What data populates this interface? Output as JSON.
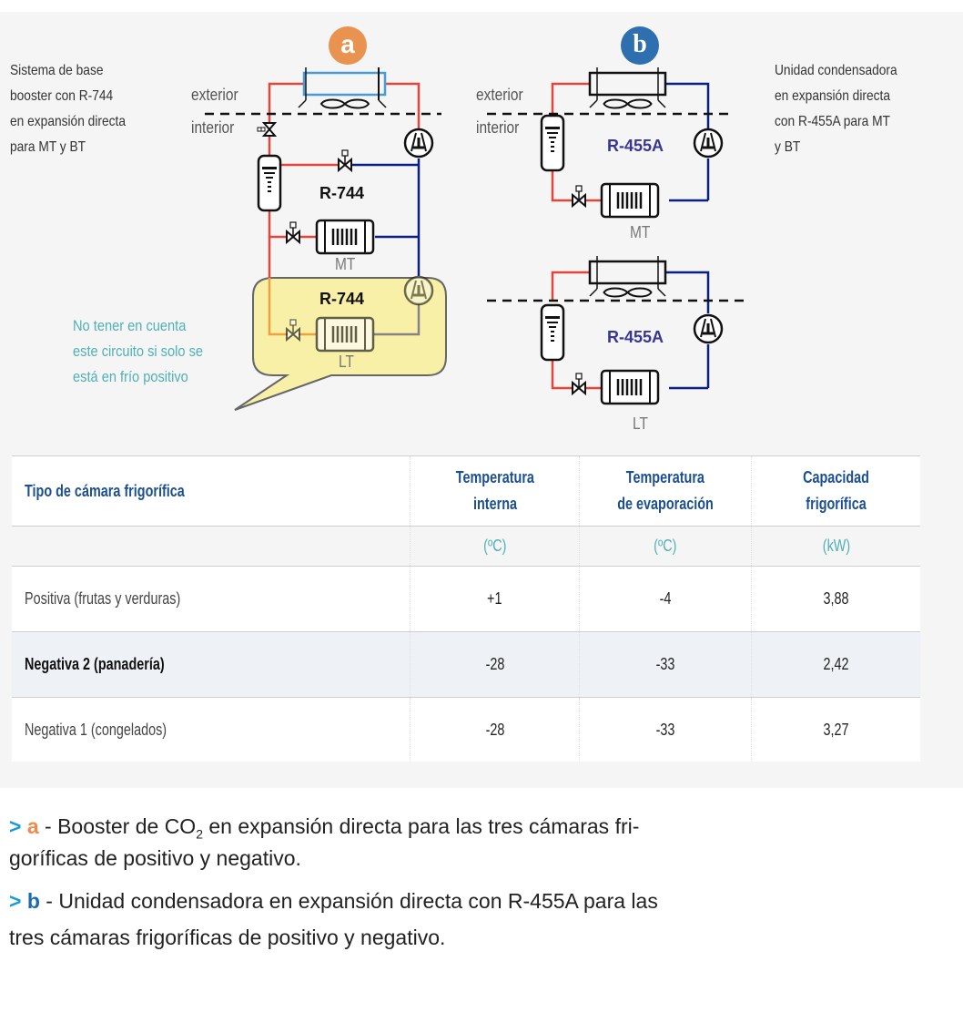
{
  "diagram": {
    "badge_a": "a",
    "badge_b": "b",
    "colors": {
      "badge_a": "#e8934f",
      "badge_b": "#2e6fb0",
      "hot_line": "#e2453a",
      "cold_line": "#0b1f82",
      "condenser_a": "#4a9ad4",
      "highlight": "#f7f0a6",
      "note_text": "#4fb0b8",
      "refrigerant_b": "#3a3590"
    },
    "system_a": {
      "description": [
        "Sistema de base",
        "booster con R-744",
        "en expansión directa",
        "para MT y BT"
      ],
      "exterior_label": "exterior",
      "interior_label": "interior",
      "refrigerant_mt": "R-744",
      "refrigerant_lt": "R-744",
      "mt_label": "MT",
      "lt_label": "LT",
      "note": [
        "No tener en cuenta",
        "este circuito si solo se",
        "está en frío positivo"
      ]
    },
    "system_b": {
      "description": [
        "Unidad condensadora",
        "en expansión directa",
        "con R-455A para MT",
        "y BT"
      ],
      "exterior_label": "exterior",
      "interior_label": "interior",
      "refrigerant_mt": "R-455A",
      "refrigerant_lt": "R-455A",
      "mt_label": "MT",
      "lt_label": "LT"
    }
  },
  "table": {
    "headers": [
      "Tipo de cámara frigorífica",
      "Temperatura interna",
      "Temperatura de evaporación",
      "Capacidad frigorífica"
    ],
    "header_lines": [
      [
        "Tipo de cámara frigorífica"
      ],
      [
        "Temperatura",
        "interna"
      ],
      [
        "Temperatura",
        "de evaporación"
      ],
      [
        "Capacidad",
        "frigorífica"
      ]
    ],
    "units": [
      "",
      "(ºC)",
      "(ºC)",
      "(kW)"
    ],
    "rows": [
      {
        "tipo": "Positiva (frutas y verduras)",
        "temp_interna": "+1",
        "temp_evaporacion": "-4",
        "capacidad": "3,88"
      },
      {
        "tipo": "Negativa 2 (panadería)",
        "temp_interna": "-28",
        "temp_evaporacion": "-33",
        "capacidad": "2,42"
      },
      {
        "tipo": "Negativa 1 (congelados)",
        "temp_interna": "-28",
        "temp_evaporacion": "-33",
        "capacidad": "3,27"
      }
    ]
  },
  "captions": {
    "a": {
      "marker": ">",
      "key": "a",
      "text_before_sub": " - Booster de CO",
      "sub": "2",
      "text_after_sub": " en expansión directa para las tres cámaras fri-",
      "line2": "goríficas de positivo y negativo."
    },
    "b": {
      "marker": ">",
      "key": "b",
      "text_line1": " - Unidad condensadora en expansión directa con R-455A para las",
      "line2": "tres cámaras frigoríficas de positivo y negativo."
    }
  }
}
